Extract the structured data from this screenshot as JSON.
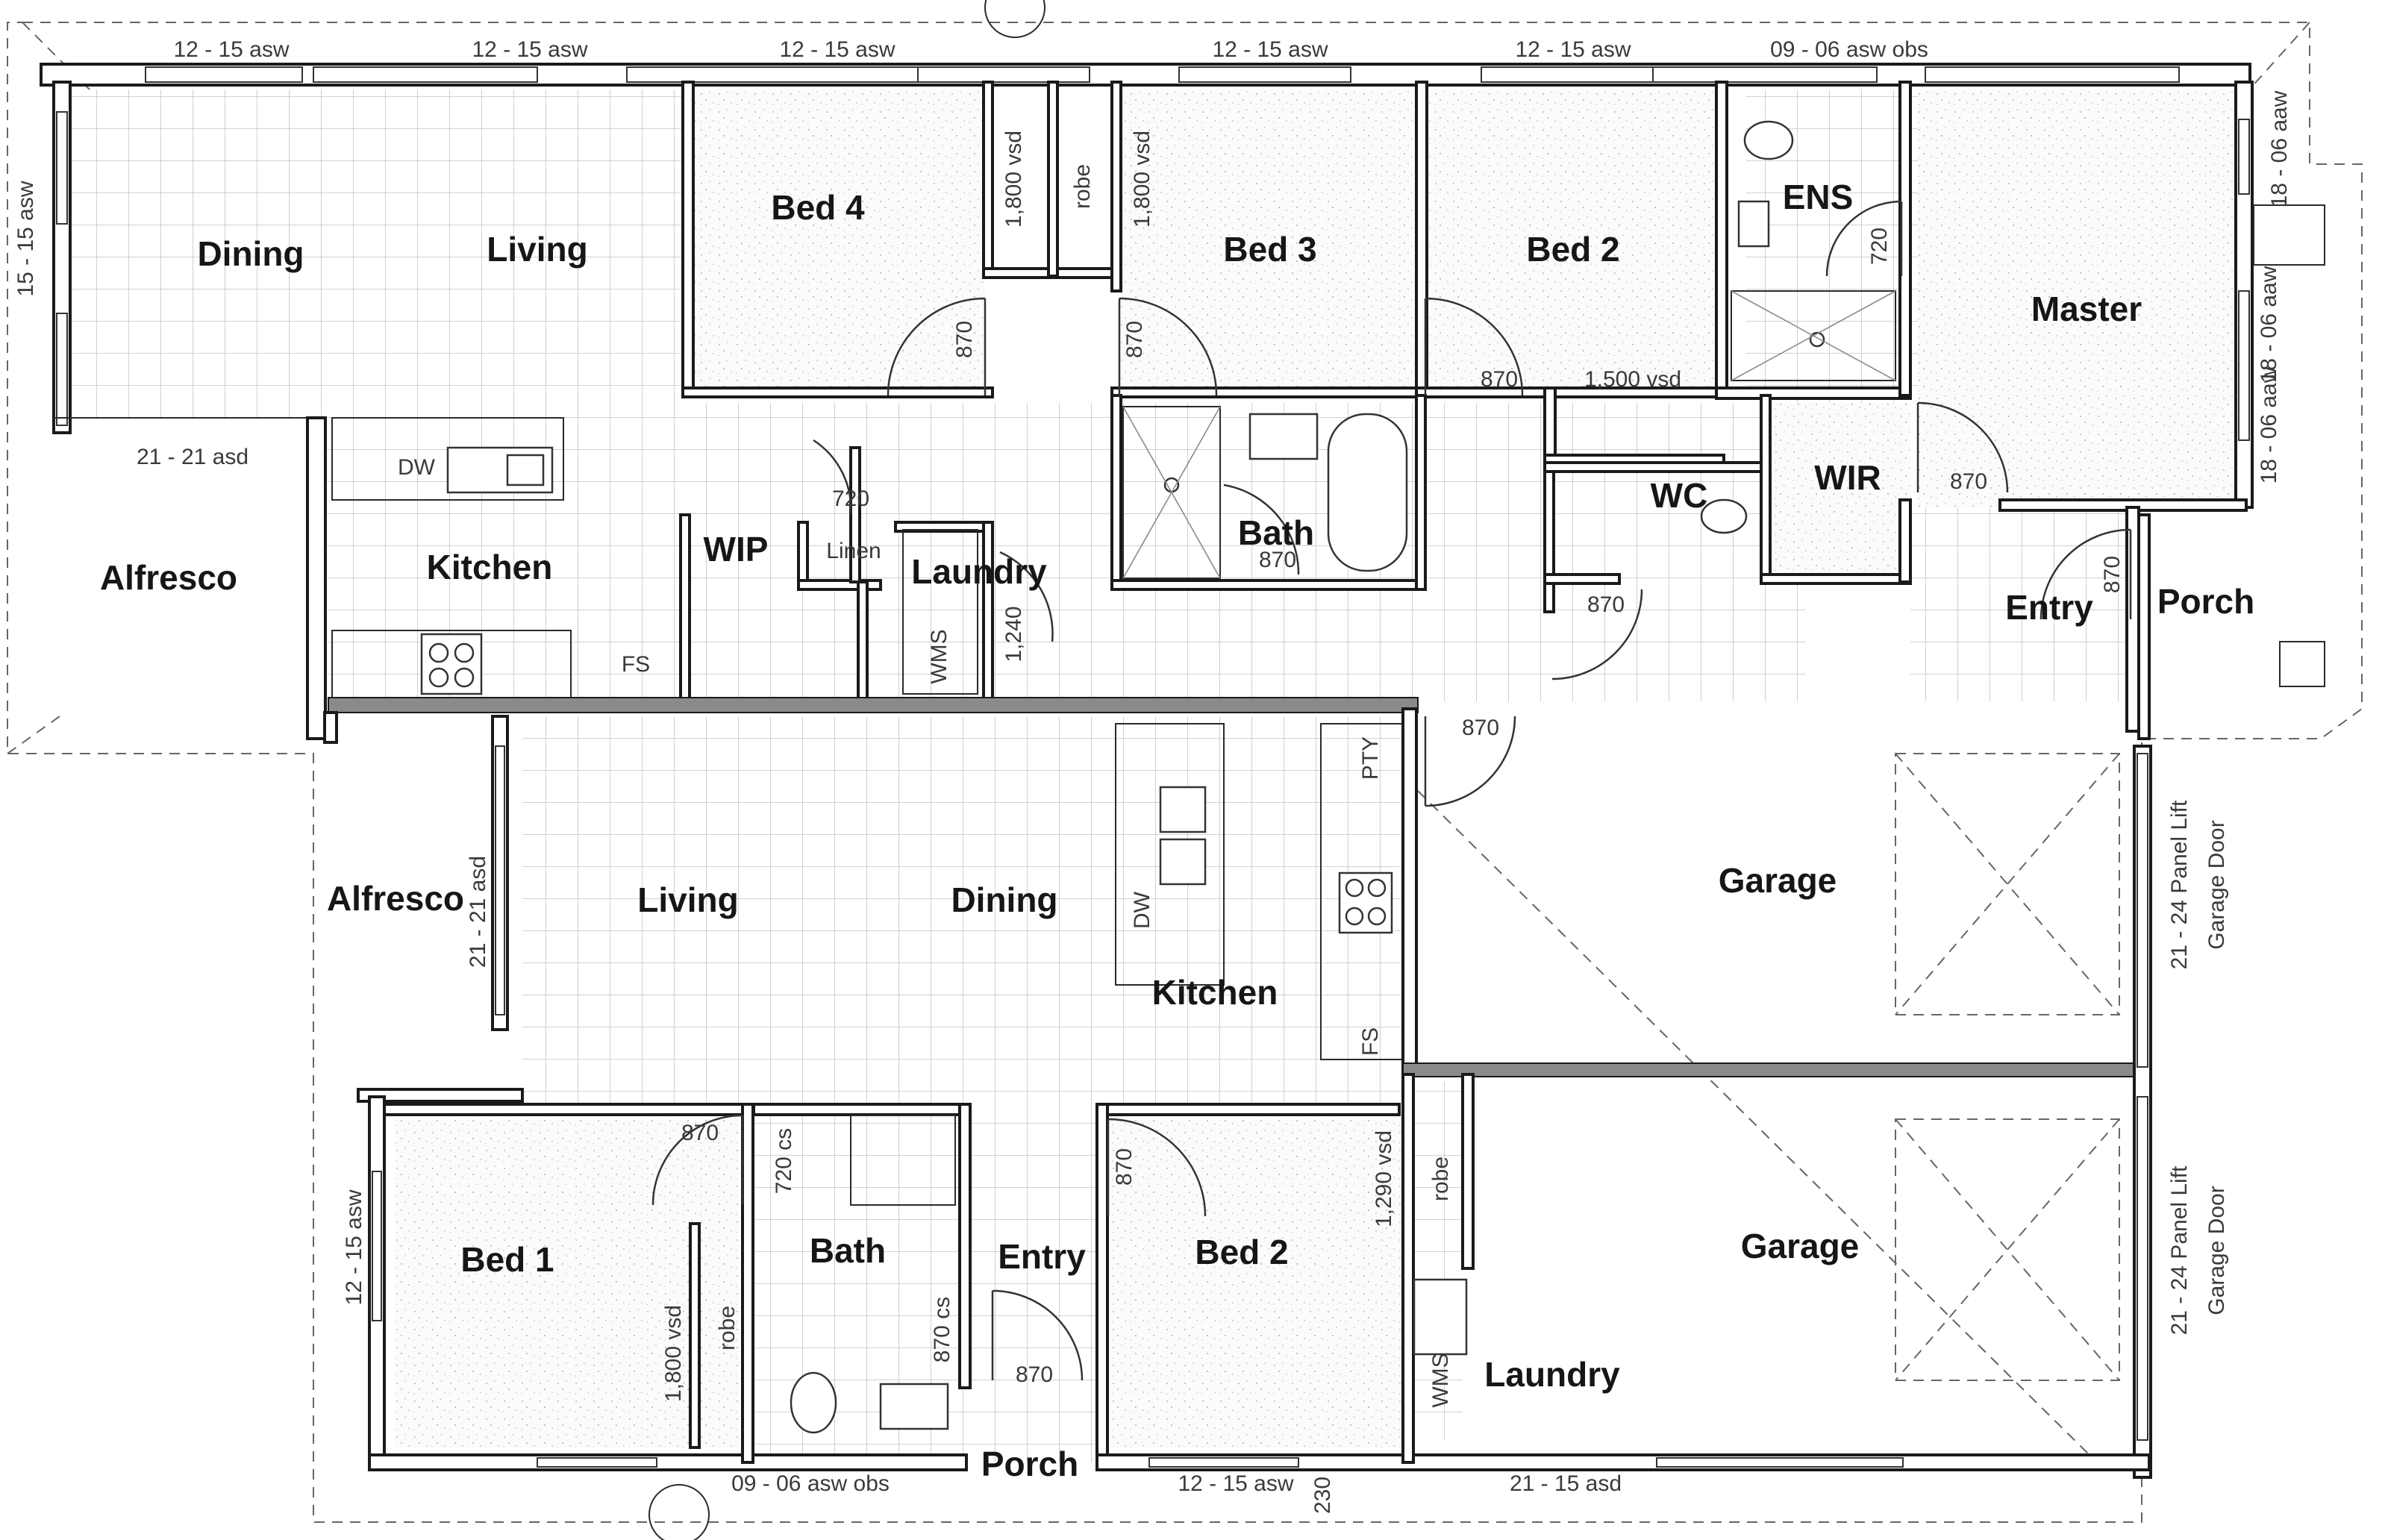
{
  "colors": {
    "wall": "#1a1a1a",
    "tile_grid": "#bfbfbf",
    "carpet": "#dcdcdc",
    "background": "#ffffff"
  },
  "top_unit": {
    "rooms": {
      "dining": "Dining",
      "living": "Living",
      "bed4": "Bed 4",
      "bed3": "Bed 3",
      "bed2": "Bed 2",
      "ens": "ENS",
      "master": "Master",
      "alfresco": "Alfresco",
      "kitchen": "Kitchen",
      "wip": "WIP",
      "linen": "Linen",
      "laundry": "Laundry",
      "bath": "Bath",
      "wc": "WC",
      "wir": "WIR",
      "entry": "Entry",
      "porch": "Porch"
    },
    "fixtures": {
      "dw": "DW",
      "fs": "FS",
      "wms": "WMS"
    },
    "dims": {
      "w1": "12 - 15 asw",
      "w2": "12 - 15 asw",
      "w3": "12 - 15 asw",
      "w4": "12 - 15 asw",
      "w5": "12 - 15 asw",
      "w6": "09 - 06 asw obs",
      "left": "15 - 15 asw",
      "right1": "18 - 06 aaw",
      "right2": "18 - 06 aaw",
      "right3": "18 - 06 aaw",
      "asd": "21 - 21 asd",
      "robe_vsd_1": "1,800 vsd",
      "robe_vsd_2": "1,800 vsd",
      "robe_1": "robe",
      "robe_2": "robe",
      "door_bed4": "870",
      "door_bed3": "870",
      "door_bed2": "870",
      "door_ens": "720",
      "vsd_bed2": "1,500 vsd",
      "door_wir": "870",
      "door_entry": "870",
      "door_linen": "720",
      "door_laundry": "1,240",
      "door_bath": "870",
      "door_wc": "870",
      "door_garage": "870"
    }
  },
  "bottom_unit": {
    "rooms": {
      "alfresco": "Alfresco",
      "living": "Living",
      "dining": "Dining",
      "kitchen": "Kitchen",
      "garage_top": "Garage",
      "garage_bottom": "Garage",
      "bed1": "Bed 1",
      "bath": "Bath",
      "entry": "Entry",
      "bed2": "Bed 2",
      "laundry": "Laundry",
      "porch": "Porch"
    },
    "fixtures": {
      "pty": "PTY",
      "dw": "DW",
      "fs": "FS",
      "wms": "WMS"
    },
    "dims": {
      "asd": "21 - 21 asd",
      "garage_door_1_a": "21 - 24 Panel Lift",
      "garage_door_1_b": "Garage Door",
      "garage_door_2_a": "21 - 24 Panel Lift",
      "garage_door_2_b": "Garage Door",
      "left": "12 - 15 asw",
      "door_bed1": "870",
      "cs_bath": "720 cs",
      "cs_entry": "870 cs",
      "door_porch": "870",
      "door_bed2": "870",
      "vsd_bed2": "1,290 vsd",
      "robe_bed2": "robe",
      "vsd_bed1": "1,800 vsd",
      "robe_bed1": "robe",
      "bottom1": "09 - 06 asw obs",
      "bottom2": "12 - 15 asw",
      "bottom3": "21 - 15 asd",
      "bottom_num": "230"
    }
  }
}
